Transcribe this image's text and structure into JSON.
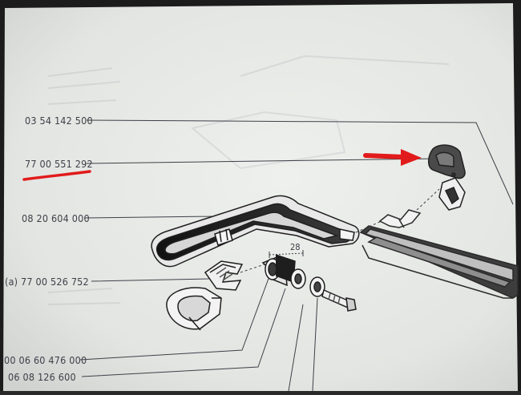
{
  "part_numbers": {
    "p1": "03 54 142 500",
    "p2": "77 00 551 292",
    "p3": "08 20 604 000",
    "p4": "(a) 77 00 526 752",
    "p5": "00 06 60 476 000",
    "p6": "06 08 126 600"
  },
  "dimension": "28",
  "colors": {
    "highlight_underline": "#e11b1b",
    "arrow": "#e11b1b",
    "paper": "#e7e9e6",
    "ink": "#3d4048"
  },
  "icons": {
    "arrow": "right-arrow-icon"
  }
}
